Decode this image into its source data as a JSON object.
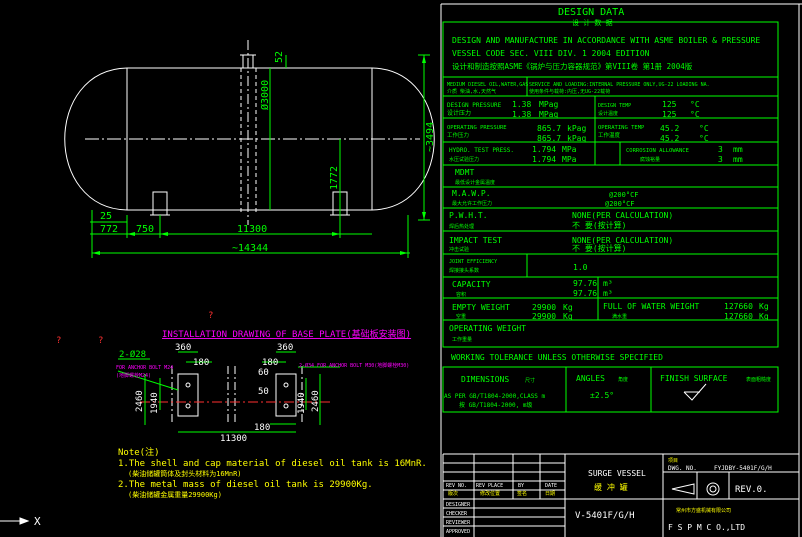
{
  "colors": {
    "bg": "#000000",
    "line": "#ffffff",
    "green": "#00ff00",
    "yellow": "#ffff00",
    "magenta": "#ff00ff",
    "red": "#ff3030",
    "cyan": "#00ffff",
    "blue": "#4040ff"
  },
  "vessel": {
    "dim_52": "52",
    "dim_3000": "Ø3000",
    "dim_3494": "~3494",
    "dim_1772": "1772",
    "dim_25": "25",
    "dim_772": "772",
    "dim_750": "750",
    "dim_11300": "11300",
    "dim_14344": "~14344"
  },
  "base_plate": {
    "title": "INSTALLATION DRAWING OF BASE PLATE(基础板安装图)",
    "q1": "?",
    "q2": "?",
    "q3": "?",
    "bolt_left": "2-Ø28",
    "bolt_note_left_1": "FOR ANCHOR BOLT M24",
    "bolt_note_left_2": "(地脚螺栓M24)",
    "bolt_note_right": "2-Ø34 FOR ANCHOR BOLT M30(地脚螺栓M30)",
    "d360a": "360",
    "d180a": "180",
    "d360b": "360",
    "d180b": "180",
    "d2460a": "2460",
    "d1940a": "1940",
    "d60": "60",
    "d50": "50",
    "d1940b": "1940",
    "d2460b": "2460",
    "d11300": "11300",
    "d180c": "180"
  },
  "notes": {
    "title": "Note(注)",
    "l1": "1.The shell and cap material of diesel oil tank is 16MnR.",
    "l1cn": "(柴油储罐筒体及封头材料为16MnR)",
    "l2": "2.The metal mass of diesel oil tank is 29900Kg.",
    "l2cn": "(柴油储罐金属重量29900Kg)"
  },
  "design": {
    "header": "DESIGN DATA",
    "header_cn": "设 计 数 据",
    "std1": "DESIGN AND MANUFACTURE IN ACCORDANCE WITH ASME BOILER & PRESSURE",
    "std2": "VESSEL CODE SEC. VIII DIV. 1 2004 EDITION",
    "std3": "设计和制造按照ASME《锅炉与压力容器规范》第VIII卷 第1册 2004版",
    "medium": "MEDIUM  DIESEL OIL,WATER,GAS",
    "medium_cn": "介质  柴油,水,天然气",
    "service": "SERVICE AND LOADING:INTERNAL PRESSURE ONLY,UG-22 LOADING NA.",
    "service_cn": "使用条件与载荷:内压,无UG-22载荷",
    "dp": "DESIGN PRESSURE",
    "dp_cn": "设计压力",
    "dp_v1": "1.38",
    "dp_v2": "1.38",
    "dp_u1": "MPag",
    "dp_u2": "MPag",
    "dt": "DESIGN TEMP",
    "dt_cn": "设计温度",
    "dt_v1": "125",
    "dt_v2": "125",
    "dt_u1": "°C",
    "dt_u2": "°C",
    "op": "OPERATING PRESSURE",
    "op_cn": "工作压力",
    "op_v1": "865.7",
    "op_v2": "865.7",
    "op_u1": "kPag",
    "op_u2": "kPag",
    "ot": "OPERATING TEMP",
    "ot_cn": "工作温度",
    "ot_v1": "45.2",
    "ot_v2": "45.2",
    "ot_u1": "°C",
    "ot_u2": "°C",
    "ht": "HYDRO. TEST PRESS.",
    "ht_cn": "水压试验压力",
    "ht_v1": "1.794",
    "ht_v2": "1.794",
    "ht_u1": "MPa",
    "ht_u2": "MPa",
    "ca": "CORROSION ALLOWANCE",
    "ca_cn": "腐蚀裕量",
    "ca_v1": "3",
    "ca_v2": "3",
    "ca_u1": "mm",
    "ca_u2": "mm",
    "mdmt": "MDMT",
    "mdmt_cn": "最低设计金属温度",
    "mawp": "M.A.W.P.",
    "mawp_cn": "最大允许工作压力",
    "mawp_v1": "@200°CF",
    "mawp_v2": "@200°CF",
    "pwht": "P.W.H.T.",
    "pwht_cn": "焊后热处理",
    "pwht_v1": "NONE(PER CALCULATION)",
    "pwht_v2": "不  要(按计算)",
    "it": "IMPACT TEST",
    "it_cn": "冲击试验",
    "it_v1": "NONE(PER CALCULATION)",
    "it_v2": "不  要(按计算)",
    "je": "JOINT EFFICIENCY",
    "je_cn": "焊接接头系数",
    "je_v": "1.0",
    "cap": "CAPACITY",
    "cap_cn": "容积",
    "cap_v1": "97.76",
    "cap_v2": "97.76",
    "cap_u": "m³",
    "ew": "EMPTY WEIGHT",
    "ew_cn": "空重",
    "ew_v1": "29900",
    "ew_v2": "29900",
    "ew_u": "Kg",
    "fw": "FULL OF WATER WEIGHT",
    "fw_cn": "满水重",
    "fw_v1": "127660",
    "fw_v2": "127660",
    "fw_u": "Kg",
    "ow": "OPERATING WEIGHT",
    "ow_cn": "工作重量",
    "tol": "WORKING TOLERANCE UNLESS OTHERWISE SPECIFIED",
    "dim": "DIMENSIONS",
    "dim_cn": "尺寸",
    "dim_v1": "AS PER GB/T1804-2000,CLASS m",
    "dim_v2": "按 GB/T1804-2000, m级",
    "ang": "ANGLES",
    "ang_cn": "角度",
    "ang_v": "±2.5°",
    "fs": "FINISH SURFACE",
    "fs_cn": "表面粗糙度"
  },
  "title_block": {
    "rev_no": "REV NO.",
    "rev_no_cn": "版次",
    "rev_place": "REV PLACE",
    "rev_place_cn": "修改位置",
    "by": "BY",
    "by_cn": "签名",
    "date": "DATE",
    "date_cn": "日期",
    "designer": "DESIGNER",
    "checker": "CHECKER",
    "reviewer": "REVIEWER",
    "approved": "APPROVED",
    "name": "SURGE VESSEL",
    "name_cn": "缓 冲 罐",
    "tag": "V-5401F/G/H",
    "item": "项目",
    "dwg_no_label": "DWG. NO.",
    "dwg_no": "FYJDBY-5401F/G/H",
    "rev": "REV.0.",
    "company_cn": "常州市方盛机械有限公司",
    "company": "F S P M  C O.,LTD"
  },
  "ucs": {
    "x_label": "X"
  }
}
